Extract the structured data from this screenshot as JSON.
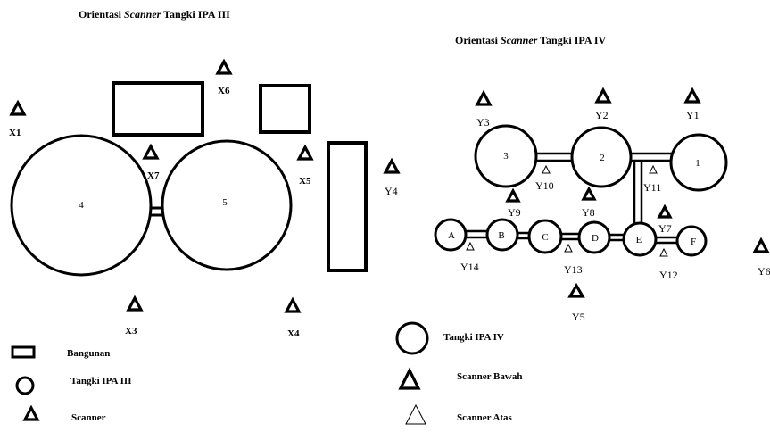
{
  "left_panel": {
    "title_prefix": "Orientasi ",
    "title_italic": "Scanner",
    "title_suffix": " Tangki IPA III",
    "tanks": [
      "4",
      "5"
    ],
    "scanners": [
      "X1",
      "X3",
      "X4",
      "X5",
      "X6",
      "X7",
      "Y4"
    ]
  },
  "right_panel": {
    "title_prefix": "Orientasi ",
    "title_italic": "Scanner",
    "title_suffix": " Tangki IPA IV",
    "tanks": [
      "1",
      "2",
      "3",
      "A",
      "B",
      "C",
      "D",
      "E",
      "F"
    ],
    "bottom_scanners": [
      "Y1",
      "Y2",
      "Y3",
      "Y5",
      "Y6",
      "Y7",
      "Y8",
      "Y9"
    ],
    "top_scanners": [
      "Y10",
      "Y11",
      "Y12",
      "Y13",
      "Y14"
    ]
  },
  "legend_left": {
    "building": "Bangunan",
    "tank": "Tangki IPA III",
    "scanner": "Scanner"
  },
  "legend_right": {
    "tank": "Tangki IPA IV",
    "scanner_bottom": "Scanner Bawah",
    "scanner_top": "Scanner Atas"
  }
}
